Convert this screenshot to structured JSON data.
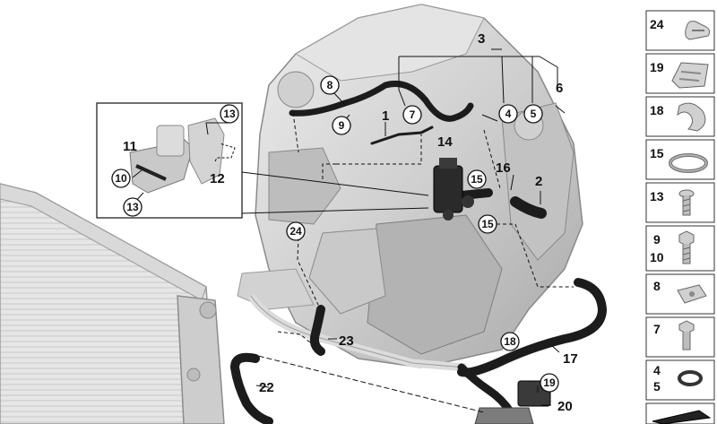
{
  "diagram": {
    "callouts": {
      "c1": "1",
      "c2": "2",
      "c3": "3",
      "c4": "4",
      "c5": "5",
      "c6": "6",
      "c7": "7",
      "c8": "8",
      "c9": "9",
      "c10": "10",
      "c11": "11",
      "c12": "12",
      "c13a": "13",
      "c13b": "13",
      "c14": "14",
      "c15a": "15",
      "c15b": "15",
      "c16": "16",
      "c17": "17",
      "c18": "18",
      "c19": "19",
      "c20": "20",
      "c22": "22",
      "c23": "23",
      "c24": "24"
    },
    "legend": [
      {
        "label": "24",
        "icon": "clamp-clip-icon"
      },
      {
        "label": "19",
        "icon": "spring-clip-icon"
      },
      {
        "label": "18",
        "icon": "retaining-clip-icon"
      },
      {
        "label": "15",
        "icon": "hose-clamp-icon"
      },
      {
        "label": "13",
        "icon": "torx-screw-icon"
      },
      {
        "label": "9",
        "label2": "10",
        "icon": "hex-bolt-icon"
      },
      {
        "label": "8",
        "icon": "clip-nut-icon"
      },
      {
        "label": "7",
        "icon": "hex-screw-icon"
      },
      {
        "label": "4",
        "label2": "5",
        "icon": "seal-ring-icon"
      },
      {
        "label": "",
        "icon": "gasket-strip-icon"
      }
    ],
    "colors": {
      "hose": "#1c1c1c",
      "engine": "#d8d8d8",
      "engine_dark": "#8f8f8f",
      "line": "#111111"
    }
  }
}
